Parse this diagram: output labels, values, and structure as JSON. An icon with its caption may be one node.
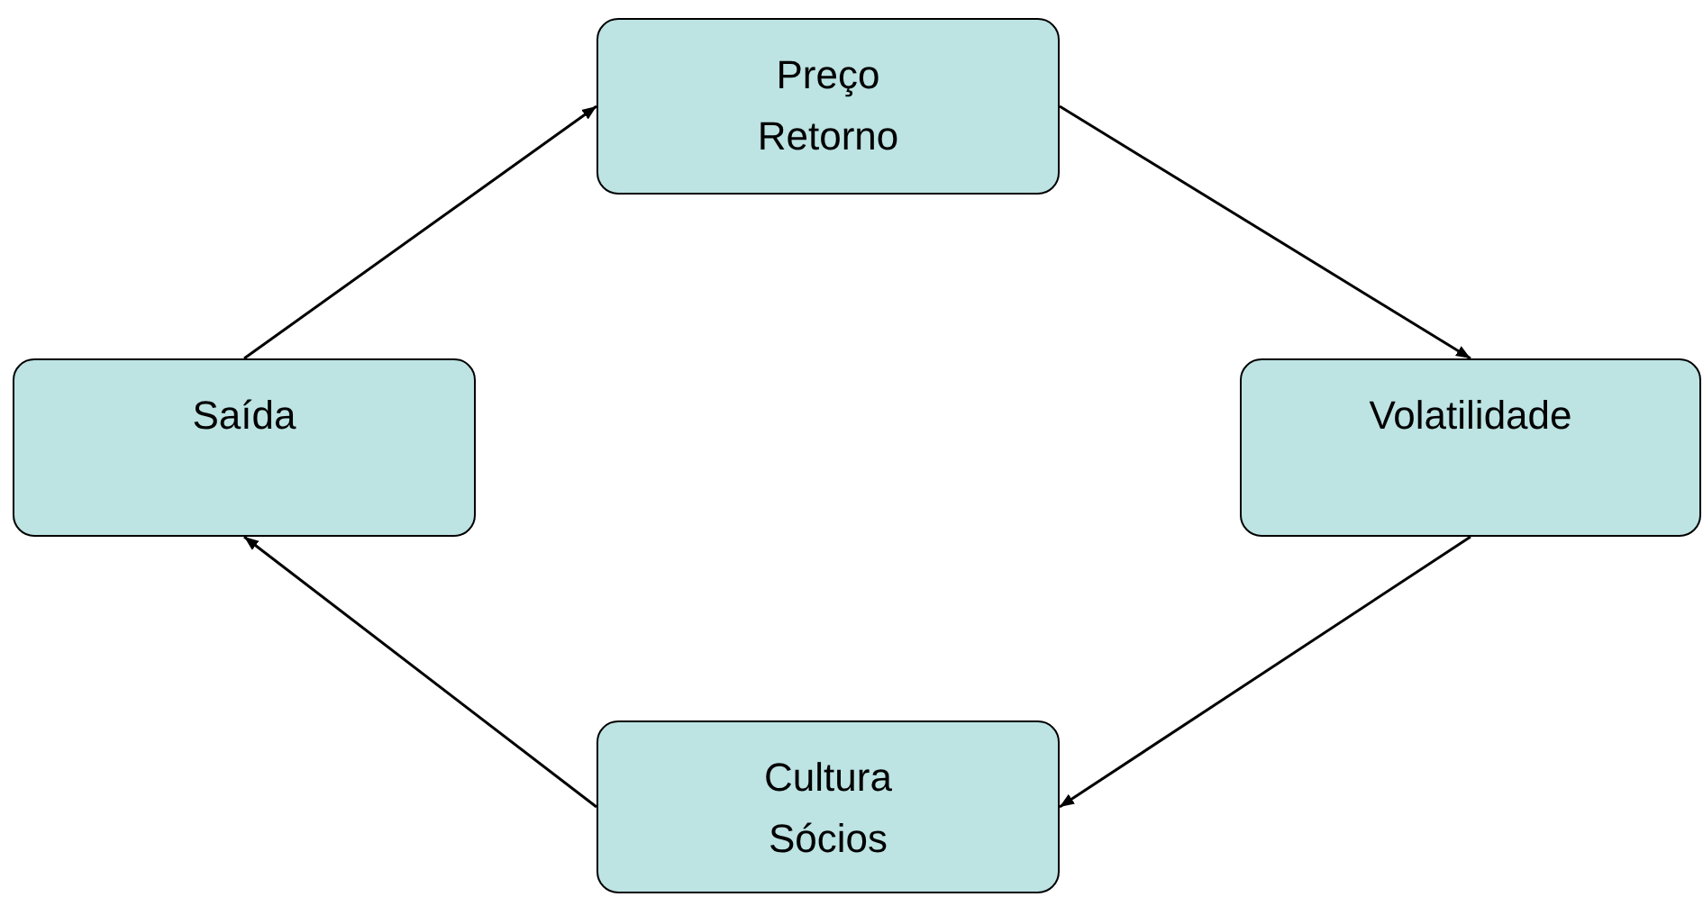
{
  "diagram": {
    "nodes": [
      {
        "text": [
          "Preço Retorno"
        ]
      },
      {
        "text": [
          "Saída"
        ]
      },
      {
        "text": [
          "Volatilidade"
        ]
      },
      {
        "text": [
          "Cultura Sócios"
        ]
      }
    ],
    "edges": [
      {
        "from": 1,
        "to": 0,
        "arrow": "to"
      },
      {
        "from": 0,
        "to": 2,
        "arrow": "to"
      },
      {
        "from": 2,
        "to": 3,
        "arrow": "to"
      },
      {
        "from": 3,
        "to": 1,
        "arrow": "to"
      }
    ]
  }
}
